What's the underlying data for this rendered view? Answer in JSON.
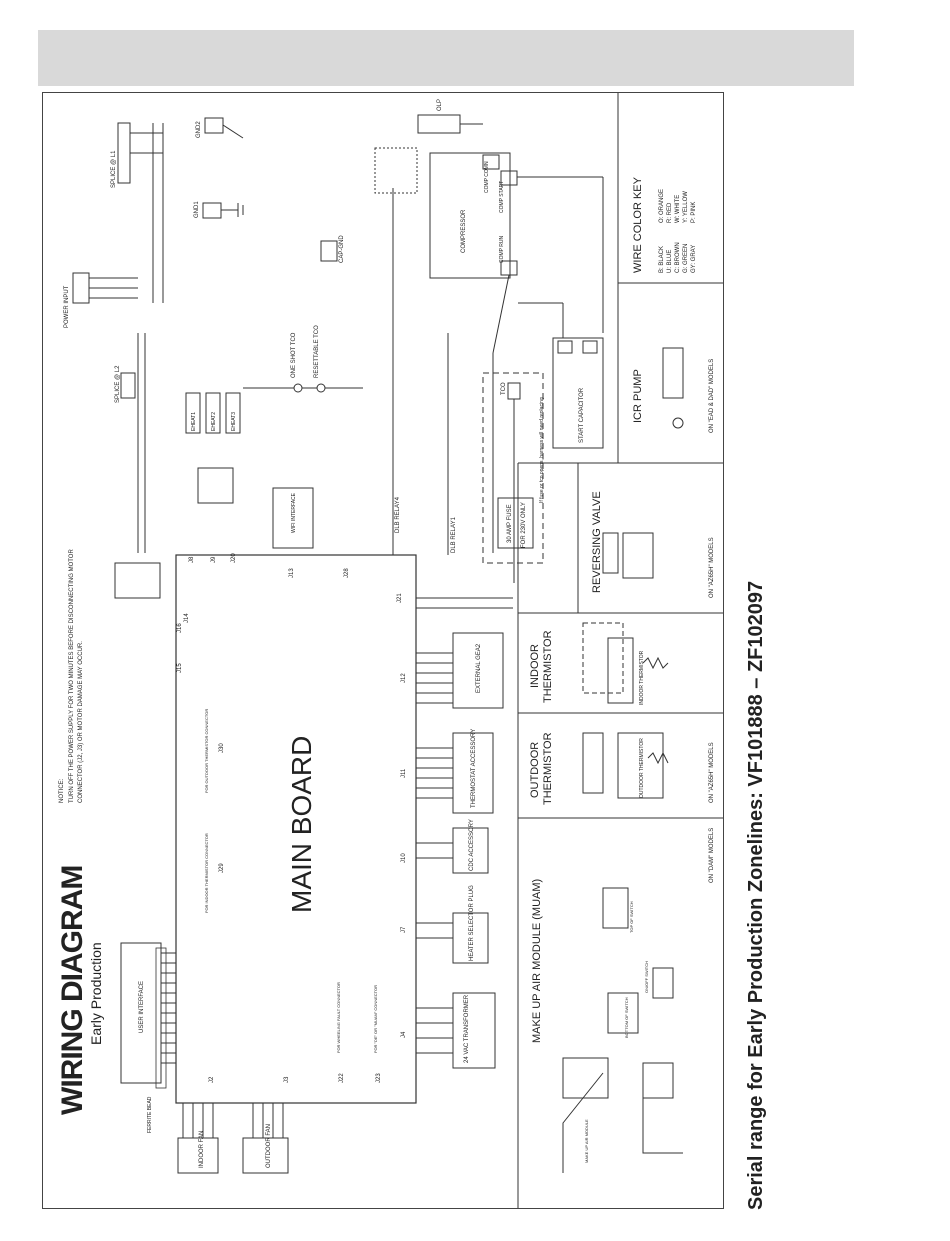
{
  "title": "WIRING DIAGRAM",
  "subtitle": "Early Production",
  "notice_header": "NOTICE:",
  "notice_line1": "TURN OFF THE POWER SUPPLY FOR TWO MINUTES BEFORE DISCONNECTING MOTOR",
  "notice_line2": "CONNECTOR (J2, J3) OR MOTOR DAMAGE MAY OCCUR.",
  "main_board": "MAIN BOARD",
  "user_interface": "USER INTERFACE",
  "ferrite_bead": "FERRITE BEAD",
  "power_input": "POWER INPUT",
  "splice_l1": "SPLICE @ L1",
  "splice_l2": "SPLICE @ L2",
  "gnd1": "GND1",
  "gnd2": "GND2",
  "olp": "OLP",
  "compressor": "COMPRESSOR",
  "comp_comn": "COMP COMN",
  "comp_start": "COMP START",
  "comp_run": "COMP RUN",
  "cap_gnd": "CAP-GND",
  "tco": "TCO",
  "start_capacitor": "START CAPACITOR",
  "one_shot_tco": "ONE SHOT TCO",
  "resettable_tco": "RESETTABLE TCO",
  "fuse_line1": "30 AMP FUSE",
  "fuse_line2": "FOR 230V ONLY",
  "fuse_note": "If fuse or tco opens, harness will need replacing",
  "wifi_interface": "WIFI INTERFACE",
  "dlb_relay4": "DLB RELAY4",
  "dlb_relay1": "DLB RELAY1",
  "external_gea2": "EXTERNAL GEA2",
  "thermostat_accessory": "THERMOSTAT ACCESSORY",
  "cdc_accessory": "CDC ACCESSORY",
  "heater_selector_plug": "HEATER SELECTOR PLUG",
  "transformer": "24 VAC TRANSFORMER",
  "indoor_fan": "INDOOR FAN",
  "outdoor_fan": "OUTDOOR FAN",
  "eheats": [
    "EHEAT1",
    "EHEAT2",
    "EHEAT3"
  ],
  "connectors": [
    "J2",
    "J3",
    "J4",
    "J7",
    "J8",
    "J9",
    "J10",
    "J11",
    "J12",
    "J13",
    "J14",
    "J15",
    "J16",
    "J20",
    "J21",
    "J22",
    "J23",
    "J28",
    "J29",
    "J30"
  ],
  "note_indoor_thermistor": "FOR INDOOR THERMISTOR CONNECTOR",
  "note_outdoor_thermistor": "FOR OUTDOOR THERMISTOR CONNECTOR",
  "note_j22": "FOR WHEELING FAULT CONNECTOR",
  "note_j23": "FOR \"DE\" OR \"MUAM\" CONNECTOR",
  "wire_color_key": {
    "title": "WIRE COLOR KEY",
    "left": [
      "B: BLACK",
      "U: BLUE",
      "C: BROWN",
      "G: GREEN",
      "GY: GRAY"
    ],
    "right": [
      "O: ORANGE",
      "R: RED",
      "W: WHITE",
      "Y: YELLOW",
      "P: PINK"
    ]
  },
  "icr_pump": {
    "title": "ICR PUMP",
    "models": "ON \"EAD & DAD\" MODELS"
  },
  "reversing_valve": {
    "title": "REVERSING VALVE",
    "models": "ON \"AZ65H\" MODELS"
  },
  "indoor_thermistor": {
    "title_line1": "INDOOR",
    "title_line2": "THERMISTOR",
    "label": "INDOOR THERMISTOR"
  },
  "outdoor_thermistor": {
    "title_line1": "OUTDOOR",
    "title_line2": "THERMISTOR",
    "label": "OUTDOOR THERMISTOR",
    "models": "ON \"AZ65H\" MODELS"
  },
  "muam": {
    "title": "MAKE UP AIR MODULE (MUAM)",
    "models": "ON \"DAM\" MODELS",
    "module": "MAKE UP AIR MODULE",
    "top_switch": "TOP OF SWITCH",
    "bottom_switch": "BOTTOM OF SWITCH",
    "onoff_switch": "ON/OFF SWITCH"
  },
  "serial_range": "Serial range for Early Production Zonelines: VF101888 – ZF102097"
}
